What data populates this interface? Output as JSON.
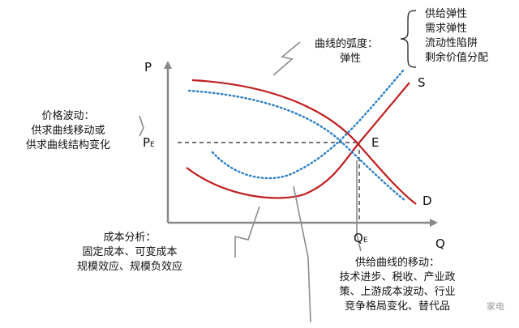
{
  "axes": {
    "y_label": "P",
    "x_label": "Q",
    "price_eq_main": "P",
    "price_eq_sub": "E",
    "qty_eq_main": "Q",
    "qty_eq_sub": "E"
  },
  "curves": {
    "supply_label": "S",
    "demand_label": "D",
    "equilibrium_label": "E"
  },
  "annotations": {
    "curvature": {
      "line1": "曲线的弧度：",
      "line2": "弹性"
    },
    "elasticity_list": [
      "供给弹性",
      "需求弹性",
      "流动性陷阱",
      "剩余价值分配"
    ],
    "price_fluctuation": [
      "价格波动：",
      "供求曲线移动或",
      "供求曲线结构变化"
    ],
    "cost_analysis": [
      "成本分析：",
      "固定成本、可变成本",
      "规模效应、规模负效应"
    ],
    "supply_shift": [
      "供给曲线的移动：",
      "技术进步、税收、产业政",
      "策、上游成本波动、行业",
      "竞争格局变化、替代品"
    ]
  },
  "watermark": "家电",
  "colors": {
    "solid_curve": "#c01f1f",
    "dotted_curve": "#2b7fc4",
    "axis": "#888888",
    "annotation_line": "#8c8c8c"
  }
}
